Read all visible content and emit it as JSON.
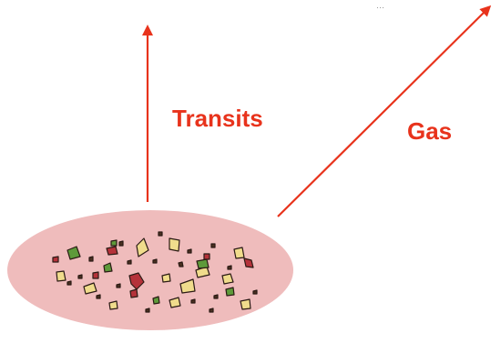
{
  "labels": {
    "transits": "Transits",
    "gas": "Gas"
  },
  "colors": {
    "arrow": "#e8331c",
    "label": "#e8331c",
    "disk_fill": "#efbcbc",
    "particle_outline": "#2a1a14",
    "particle_yellow": "#f0dc8c",
    "particle_green": "#5e9a3a",
    "particle_red": "#b5323a",
    "particle_dark": "#4a3020"
  },
  "icons": {
    "disk": "debris-disk-ellipse",
    "arrows": "arrow-up"
  }
}
